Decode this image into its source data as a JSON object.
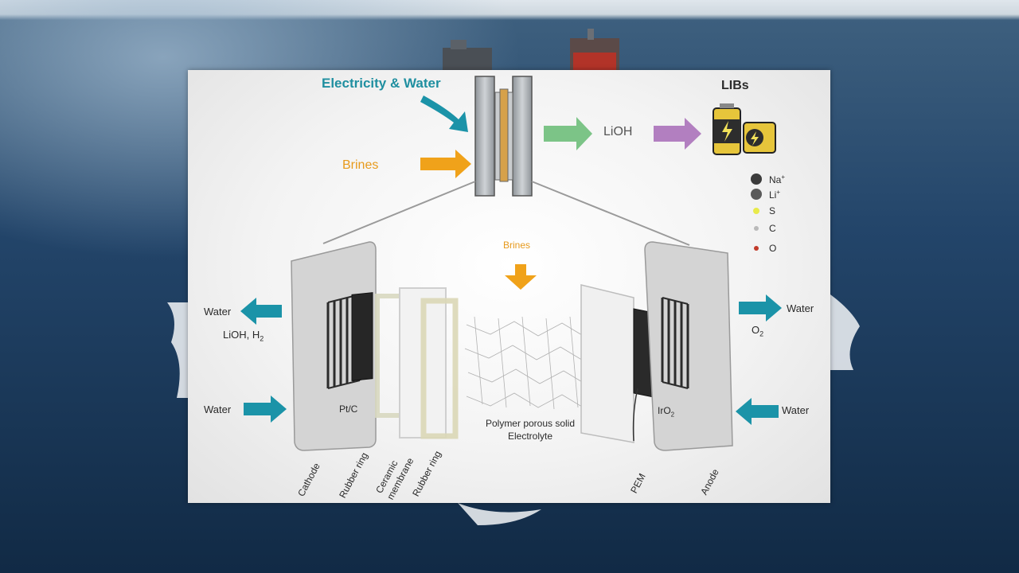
{
  "top": {
    "input_label": "Electricity & Water",
    "brines_label": "Brines",
    "product_label": "LiOH",
    "libs_title": "LIBs"
  },
  "legend": [
    {
      "symbol": "Na",
      "sup": "+",
      "color": "#3b3b3b"
    },
    {
      "symbol": "Li",
      "sup": "+",
      "color": "#5a5a5a"
    },
    {
      "symbol": "S",
      "sup": "",
      "color": "#e8ea4a"
    },
    {
      "symbol": "C",
      "sup": "",
      "color": "#b9b9b9"
    },
    {
      "symbol": "O",
      "sup": "",
      "color": "#c23a2a"
    }
  ],
  "cell": {
    "brines_label": "Brines",
    "left_out_label": "Water",
    "left_products": {
      "text": "LiOH, H",
      "sub": "2"
    },
    "left_in_label": "Water",
    "right_out_label": "Water",
    "right_products": {
      "text": "O",
      "sub": "2"
    },
    "right_in_label": "Water",
    "cathode_catalyst": "Pt/C",
    "anode_catalyst": {
      "text": "IrO",
      "sub": "2"
    },
    "electrolyte_label_1": "Polymer porous solid",
    "electrolyte_label_2": "Electrolyte"
  },
  "components": {
    "cathode": "Cathode",
    "rubber_ring_1": "Rubber ring",
    "ceramic_1": "Ceramic",
    "ceramic_2": "membrane",
    "rubber_ring_2": "Rubber ring",
    "pem": "PEM",
    "anode": "Anode"
  },
  "colors": {
    "teal_arrow": "#1b93a8",
    "orange_arrow": "#f0a21a",
    "green_arrow": "#7cc487",
    "purple_arrow": "#b27fc0",
    "title_teal": "#1f8fa0",
    "brines_orange": "#e79a1c"
  }
}
